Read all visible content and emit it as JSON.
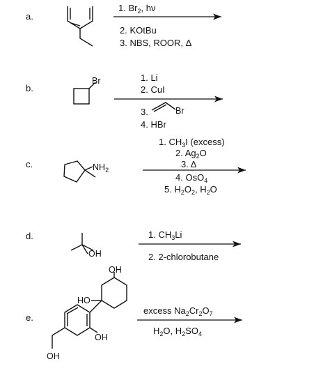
{
  "problems": [
    {
      "letter": "a.",
      "above": [
        [
          "1. Br",
          "2",
          ", hν"
        ]
      ],
      "below": [
        [
          "2. KOtBu"
        ],
        [
          "3. NBS, ROOR, Δ"
        ]
      ]
    },
    {
      "letter": "b.",
      "atoms": {
        "br": "Br"
      },
      "above": [
        [
          "1. Li"
        ],
        [
          "2. CuI"
        ]
      ],
      "below": [
        [
          "3."
        ],
        [
          "4. HBr"
        ]
      ],
      "vinyl_br": "Br"
    },
    {
      "letter": "c.",
      "atoms": {
        "nh2": "NH",
        "nh2_sub": "2"
      },
      "above": [
        [
          "1. CH",
          "3",
          "I (excess)"
        ],
        [
          "2. Ag",
          "2",
          "O"
        ],
        [
          "3. Δ"
        ]
      ],
      "below": [
        [
          "4. OsO",
          "4"
        ],
        [
          "5. H",
          "2",
          "O",
          "2",
          ", H",
          "2",
          "O"
        ]
      ]
    },
    {
      "letter": "d.",
      "atoms": {
        "oh": "OH"
      },
      "above": [
        [
          "1. CH",
          "3",
          "Li"
        ]
      ],
      "below": [
        [
          "2. 2-chlorobutane"
        ]
      ]
    },
    {
      "letter": "e.",
      "atoms": {
        "oh_top": "OH",
        "ho": "HO",
        "oh_ring": "OH",
        "oh_bottom": "OH"
      },
      "above": [
        [
          "excess Na",
          "2",
          "Cr",
          "2",
          "O",
          "7"
        ]
      ],
      "below": [
        [
          "H",
          "2",
          "O, H",
          "2",
          "SO",
          "4"
        ]
      ]
    }
  ]
}
